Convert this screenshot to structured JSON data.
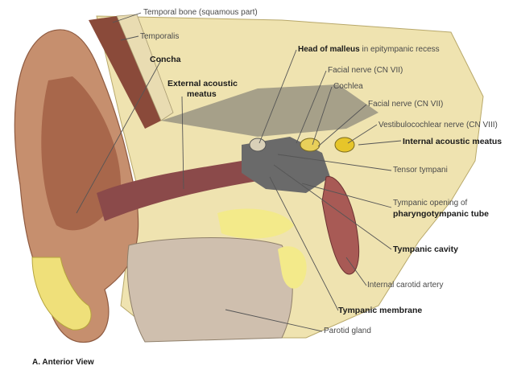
{
  "labels": {
    "temporal_bone": "Temporal bone (squamous part)",
    "temporalis": "Temporalis",
    "concha": "Concha",
    "head_malleus_bold": "Head of malleus",
    "head_malleus_rest": " in epitympanic recess",
    "facial_nerve_1": "Facial nerve (CN VII)",
    "external_meatus_1": "External acoustic",
    "external_meatus_2": "meatus",
    "cochlea": "Cochlea",
    "facial_nerve_2": "Facial nerve (CN VII)",
    "vestibulocochlear": "Vestibulocochlear nerve (CN VIII)",
    "internal_meatus": "Internal acoustic meatus",
    "tensor_tympani": "Tensor tympani",
    "tympanic_opening": "Tympanic opening of",
    "pharyngotympanic": "pharyngotympanic tube",
    "tympanic_cavity": "Tympanic cavity",
    "carotid": "Internal carotid artery",
    "tympanic_membrane": "Tympanic membrane",
    "parotid": "Parotid gland"
  },
  "caption": "A. Anterior View",
  "colors": {
    "skin": "#c68f6e",
    "bone": "#efe3b0",
    "cartilage": "#e8dc9a",
    "muscle": "#8a4a3a",
    "canal": "#8b4a4a",
    "gland": "#cfbfae",
    "nerve": "#e6c52a",
    "fat": "#f3ea8a"
  }
}
